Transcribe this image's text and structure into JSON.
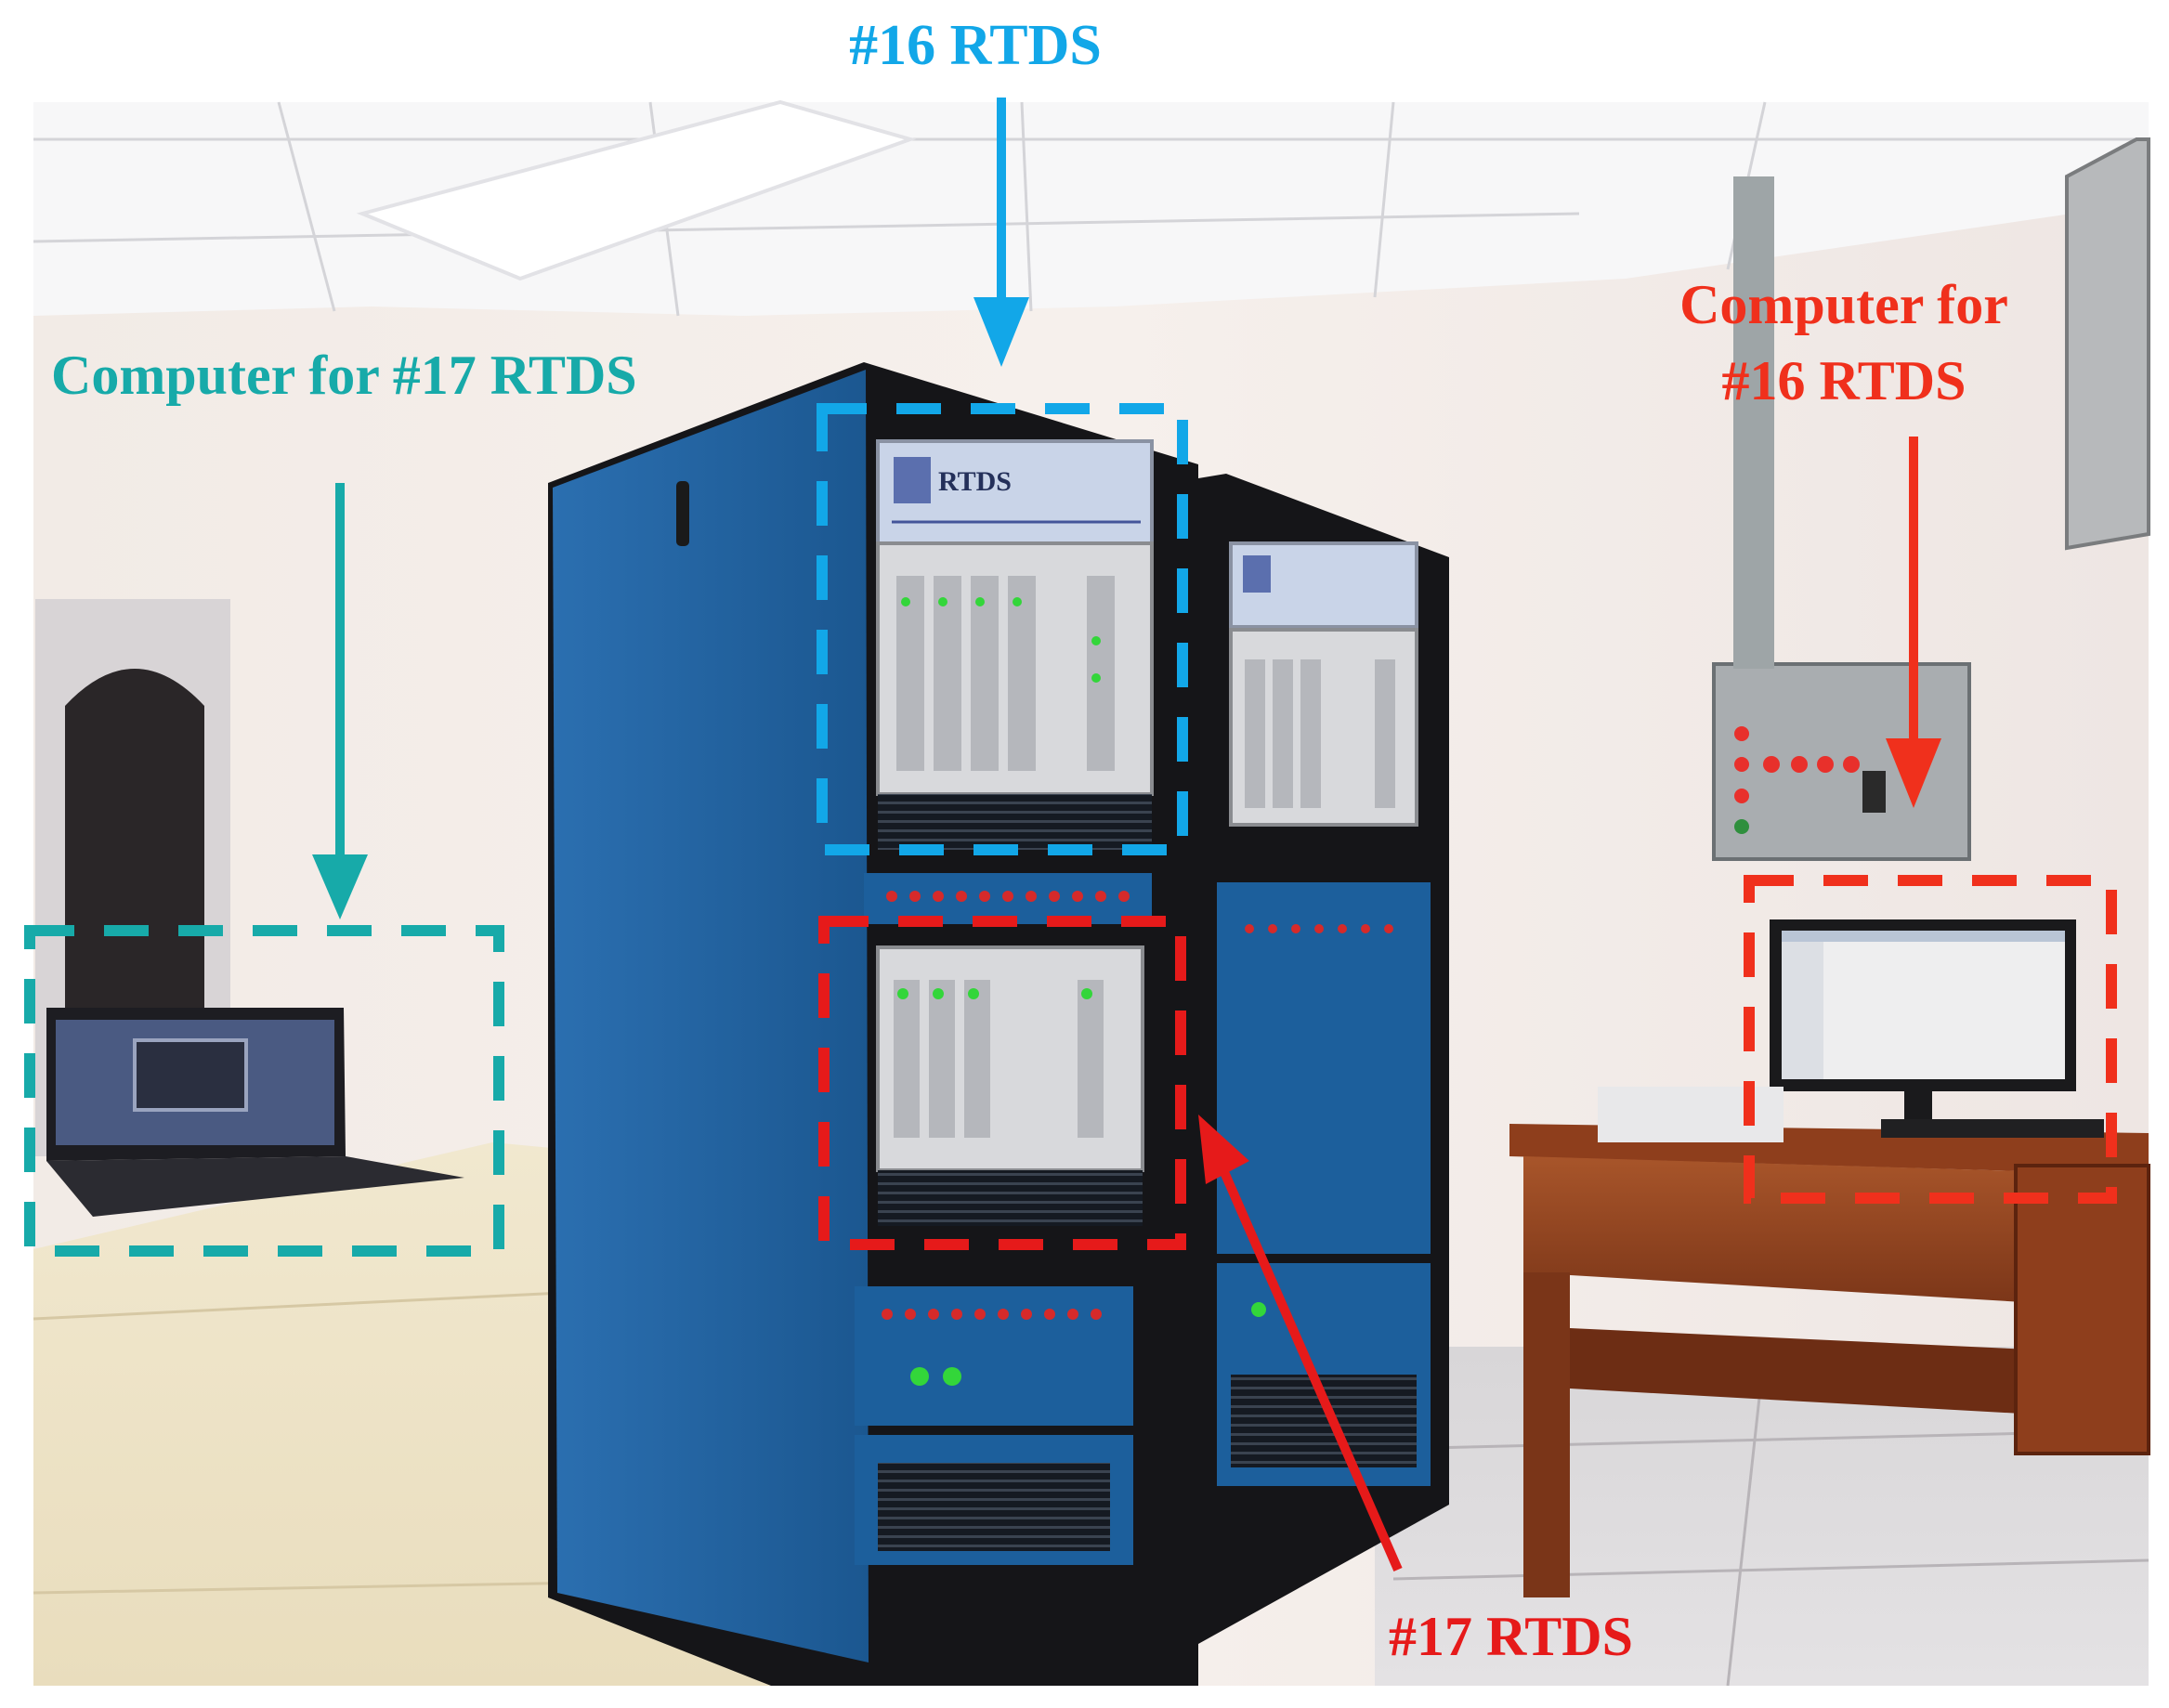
{
  "labels": {
    "rtds16": "#16 RTDS",
    "rtds17": "#17 RTDS",
    "computer17": "Computer for #17 RTDS",
    "computer16_line1": "Computer for",
    "computer16_line2": "#16 RTDS",
    "rack_badge": "RTDS"
  },
  "colors": {
    "cyan_annotation": "#12a7e8",
    "teal_annotation": "#17aaa9",
    "orange_annotation": "#f0301c",
    "red_annotation": "#e61a1a",
    "rack_blue": "#1c5f9c"
  }
}
